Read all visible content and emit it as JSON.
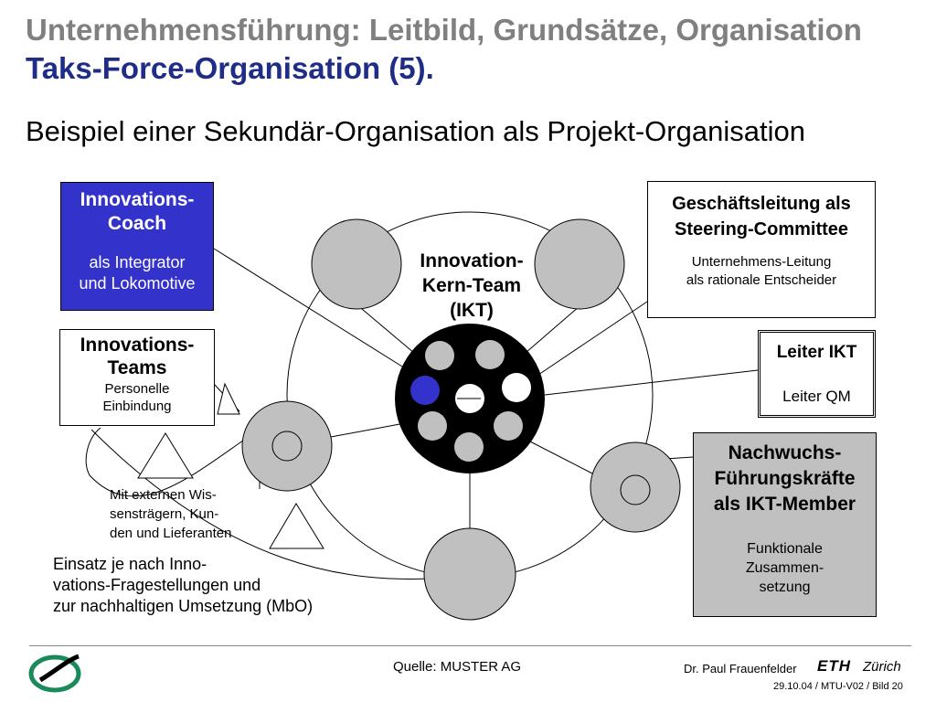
{
  "header": {
    "title_line1": "Unternehmensführung: Leitbild, Grundsätze, Organisation",
    "title_line2": "Taks-Force-Organisation (5).",
    "subtitle": "Beispiel einer Sekundär-Organisation als Projekt-Organisation"
  },
  "colors": {
    "title_gray": "#808080",
    "title_blue": "#1f2d86",
    "coach_blue": "#3333cc",
    "circle_gray": "#c0c0c0",
    "core_black": "#000000"
  },
  "boxes": {
    "coach": {
      "heading": [
        "Innovations-",
        "Coach"
      ],
      "sub": [
        "als Integrator",
        "und Lokomotive"
      ]
    },
    "teams": {
      "heading": [
        "Innovations-",
        "Teams"
      ],
      "sub": [
        "Personelle",
        "Einbindung"
      ]
    },
    "steering": {
      "heading": [
        "Geschäftsleitung als",
        "Steering-Committee"
      ],
      "sub": [
        "Unternehmens-Leitung",
        "als rationale Entscheider"
      ]
    },
    "leiter": {
      "heading": "Leiter IKT",
      "sub": "Leiter QM"
    },
    "nachwuchs": {
      "heading": [
        "Nachwuchs-",
        "Führungskräfte",
        "als IKT-Member"
      ],
      "sub": [
        "Funktionale",
        "Zusammen-",
        "setzung"
      ]
    }
  },
  "core_label": [
    "Innovation-",
    "Kern-Team",
    "(IKT)"
  ],
  "annotations": {
    "extern": [
      "Mit externen Wis-",
      "sensträgern, Kun-",
      "den und Lieferanten"
    ],
    "einsatz": [
      "Einsatz je nach Inno-",
      "vations-Fragestellungen und",
      "zur nachhaltigen Umsetzung (MbO)"
    ]
  },
  "footer": {
    "source": "Quelle: MUSTER AG",
    "author": "Dr. Paul Frauenfelder",
    "eth": "ETH",
    "zurich": "Zürich",
    "ref": "29.10.04 / MTU-V02 / Bild 20"
  },
  "icons": {
    "logo": "swirl-logo-icon"
  }
}
